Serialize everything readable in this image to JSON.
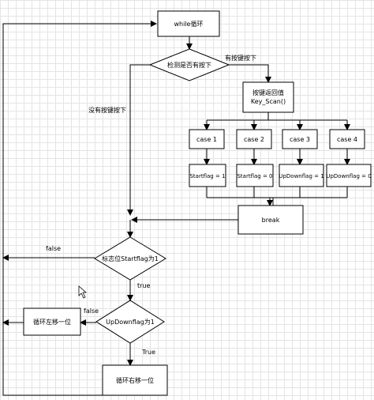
{
  "nodes": {
    "while_loop": "while循环",
    "check_key": "检测是否有按下",
    "key_scan": [
      "按键返回值",
      "Key_Scan()"
    ],
    "case1": "case 1",
    "case2": "case 2",
    "case3": "case 3",
    "case4": "case 4",
    "startflag1": "Startflag = 1",
    "startflag0": "Startflag = 0",
    "updown1": "UpDownflag = 1",
    "updown0": "UpDownflag = 0",
    "break_box": "break",
    "startflag_check": "标志位Startflag为1",
    "updown_check": "UpDownflag为1",
    "shift_left": "循环左移一位",
    "shift_right": "循环右移一位"
  },
  "edges": {
    "key_pressed": "有按键按下",
    "no_key": "没有按键按下",
    "false1": "false",
    "true1": "true",
    "false2": "false",
    "true2": "True"
  }
}
